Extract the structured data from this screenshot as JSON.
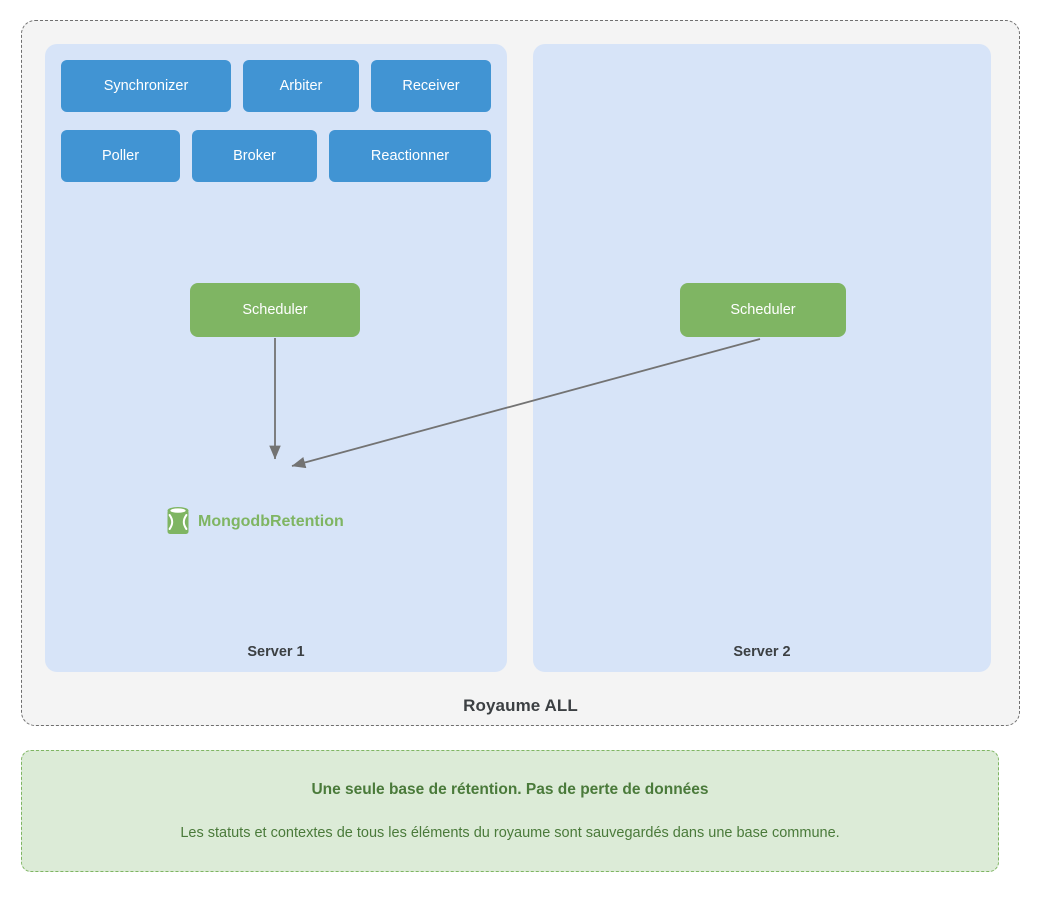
{
  "diagram": {
    "realm": {
      "title": "Royaume ALL",
      "border_color": "#6f6f6f",
      "background": "#f4f4f4"
    },
    "servers": [
      {
        "id": "server-1",
        "label": "Server 1",
        "background": "#d7e4f8",
        "daemons": [
          {
            "id": "synchronizer",
            "label": "Synchronizer"
          },
          {
            "id": "arbiter",
            "label": "Arbiter"
          },
          {
            "id": "receiver",
            "label": "Receiver"
          },
          {
            "id": "poller",
            "label": "Poller"
          },
          {
            "id": "broker",
            "label": "Broker"
          },
          {
            "id": "reactionner",
            "label": "Reactionner"
          }
        ],
        "scheduler": {
          "id": "scheduler-1",
          "label": "Scheduler"
        }
      },
      {
        "id": "server-2",
        "label": "Server 2",
        "background": "#d7e4f8",
        "daemons": [],
        "scheduler": {
          "id": "scheduler-2",
          "label": "Scheduler"
        }
      }
    ],
    "datastore": {
      "label": "MongodbRetention",
      "icon": "database-icon",
      "color": "#7fb563"
    },
    "connections": [
      {
        "from": "scheduler-1",
        "to": "MongodbRetention"
      },
      {
        "from": "scheduler-2",
        "to": "MongodbRetention"
      }
    ],
    "colors": {
      "daemon_blue": "#4194d3",
      "scheduler_green": "#7fb563",
      "panel_blue": "#d7e4f8",
      "note_green_bg": "#dcebd7",
      "note_green_text": "#4a7a3a",
      "arrow_gray": "#737373"
    }
  },
  "note": {
    "title": "Une seule base de rétention. Pas de perte de données",
    "body": "Les statuts et contextes de tous les éléments du royaume sont sauvegardés dans une base commune."
  }
}
